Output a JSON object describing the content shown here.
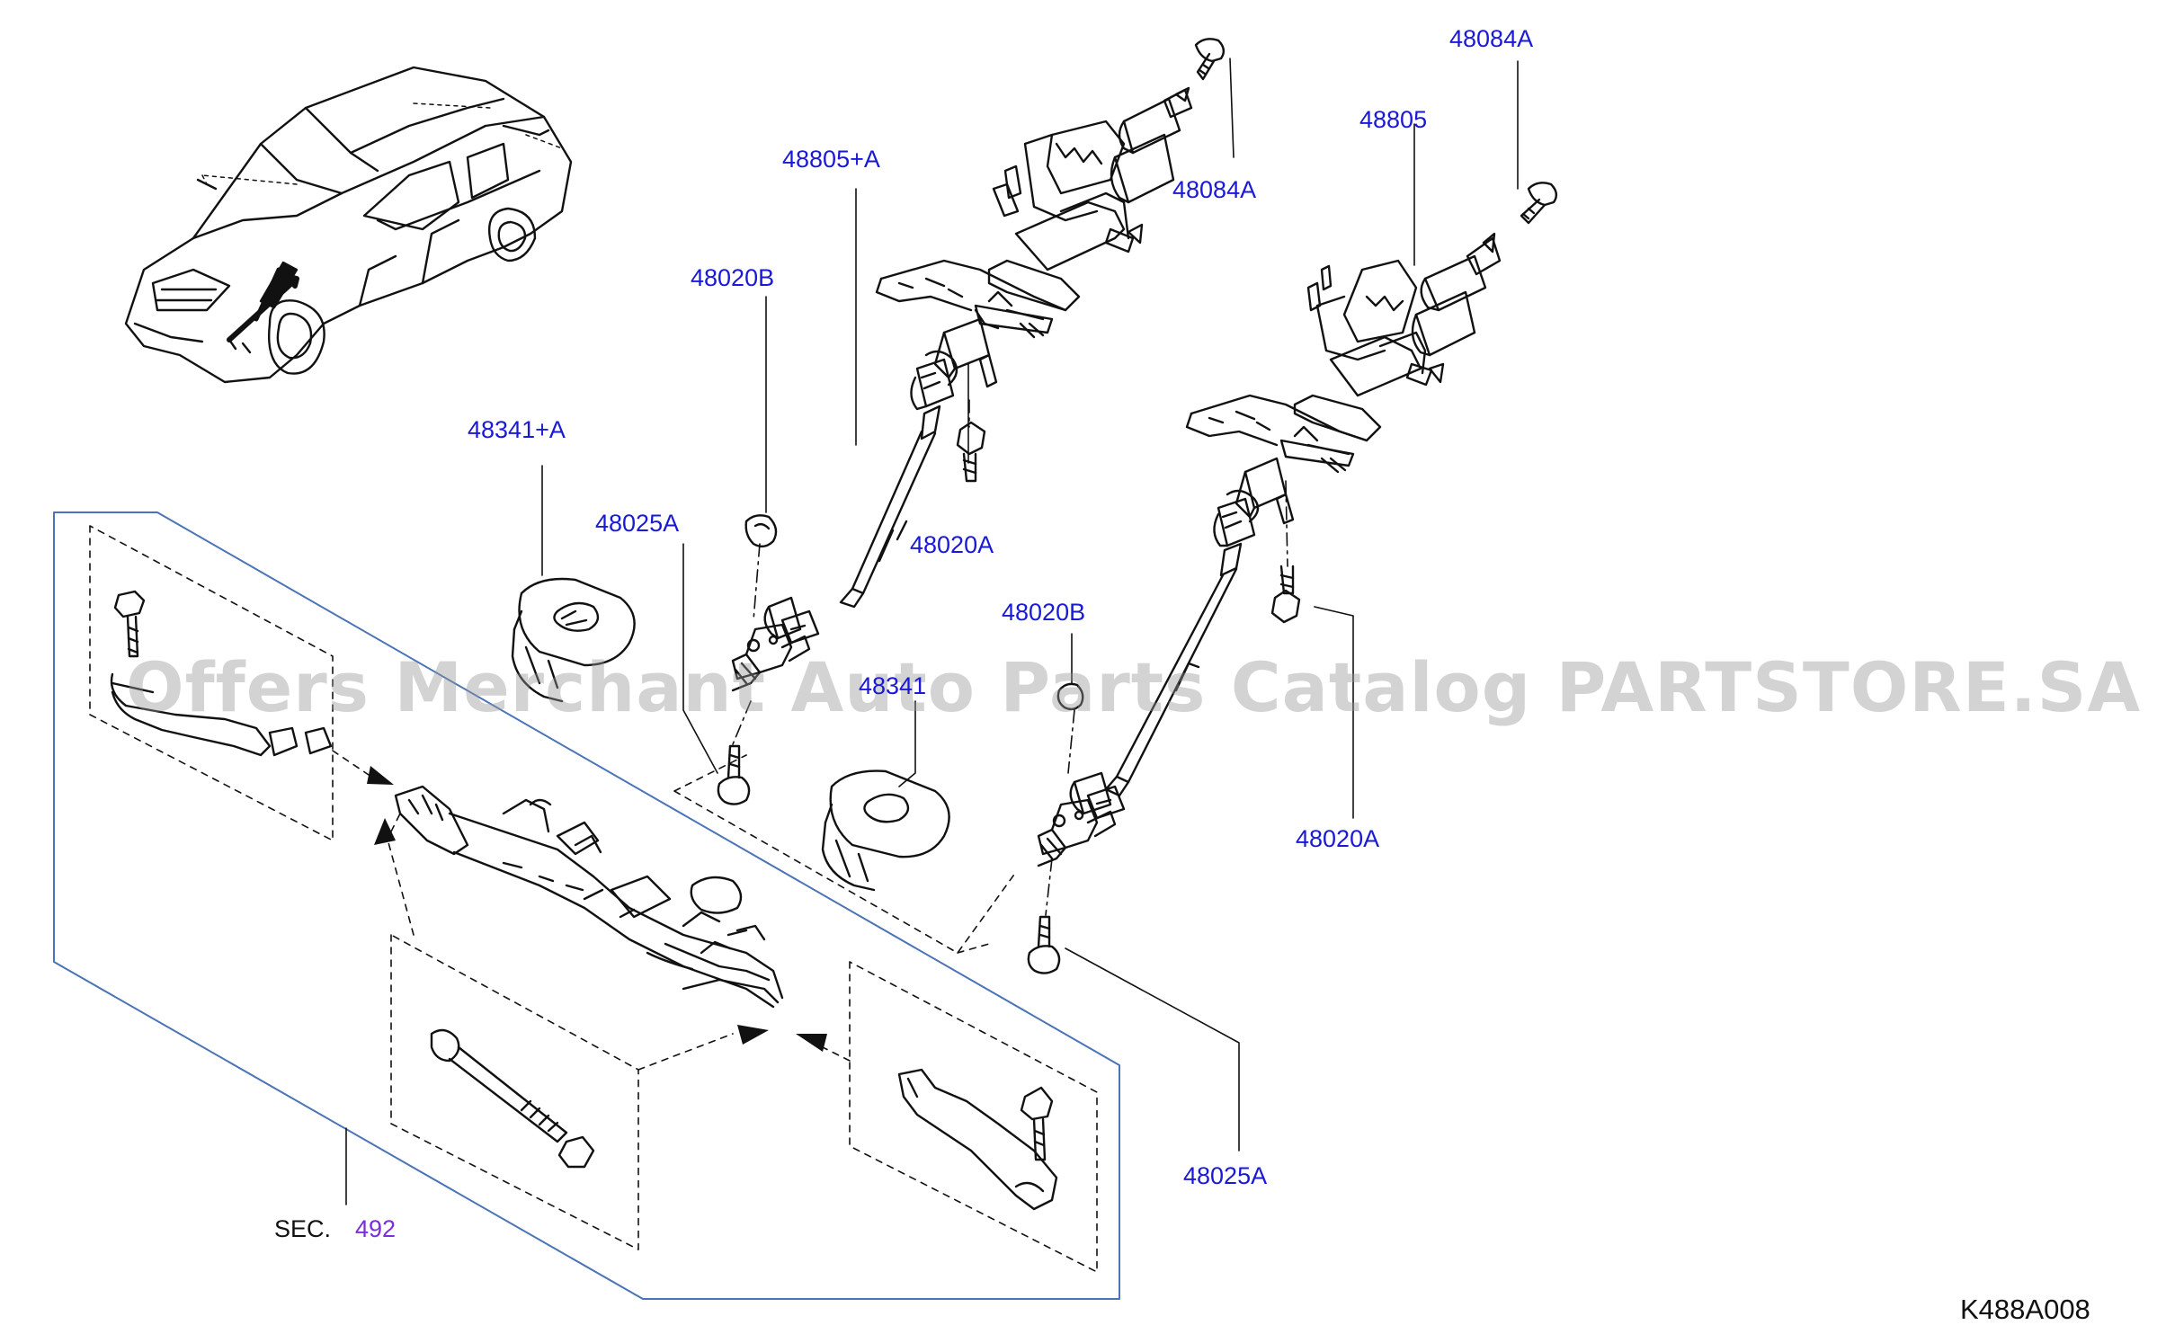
{
  "callouts": {
    "p48084A_top": "48084A",
    "p48805": "48805",
    "p48805A": "48805+A",
    "p48084A_mid": "48084A",
    "p48020B_left": "48020B",
    "p48341A": "48341+A",
    "p48025A_left": "48025A",
    "p48020A_left": "48020A",
    "p48020B_right": "48020B",
    "p48341": "48341",
    "p48020A_right": "48020A",
    "p48025A_right": "48025A"
  },
  "section": {
    "prefix": "SEC.",
    "number": "492"
  },
  "diagram_id": "K488A008",
  "watermark": "Offers Merchant Auto Parts Catalog PARTSTORE.SA",
  "colors": {
    "callout": "#1a1ad6",
    "section_link": "#7b2fd6",
    "frame": "#4a74b8",
    "line": "#111111"
  }
}
